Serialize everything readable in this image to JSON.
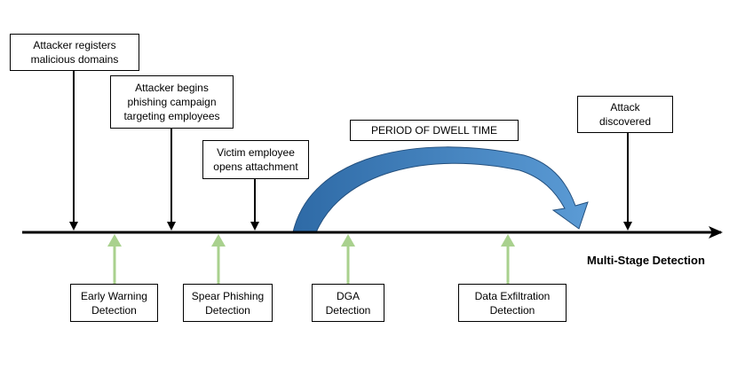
{
  "title": "PERIOD OF DWELL TIME",
  "axis_label": "Multi-Stage Detection",
  "events": [
    {
      "id": "registers",
      "label": "Attacker registers\nmalicious domains"
    },
    {
      "id": "phishing",
      "label": "Attacker begins\nphishing campaign\ntargeting employees"
    },
    {
      "id": "opens",
      "label": "Victim employee\nopens attachment"
    },
    {
      "id": "discovered",
      "label": "Attack\ndiscovered"
    }
  ],
  "detections": [
    {
      "id": "early-warning",
      "label": "Early Warning\nDetection"
    },
    {
      "id": "spear-phishing",
      "label": "Spear Phishing\nDetection"
    },
    {
      "id": "dga",
      "label": "DGA\nDetection"
    },
    {
      "id": "data-exfiltration",
      "label": "Data Exfiltration\nDetection"
    }
  ],
  "colors": {
    "timeline": "#000000",
    "event_arrow": "#000000",
    "detection_arrow": "#a9d18e",
    "dwell_arrow_dark": "#2e6aa6",
    "dwell_arrow_light": "#5b9bd5"
  }
}
